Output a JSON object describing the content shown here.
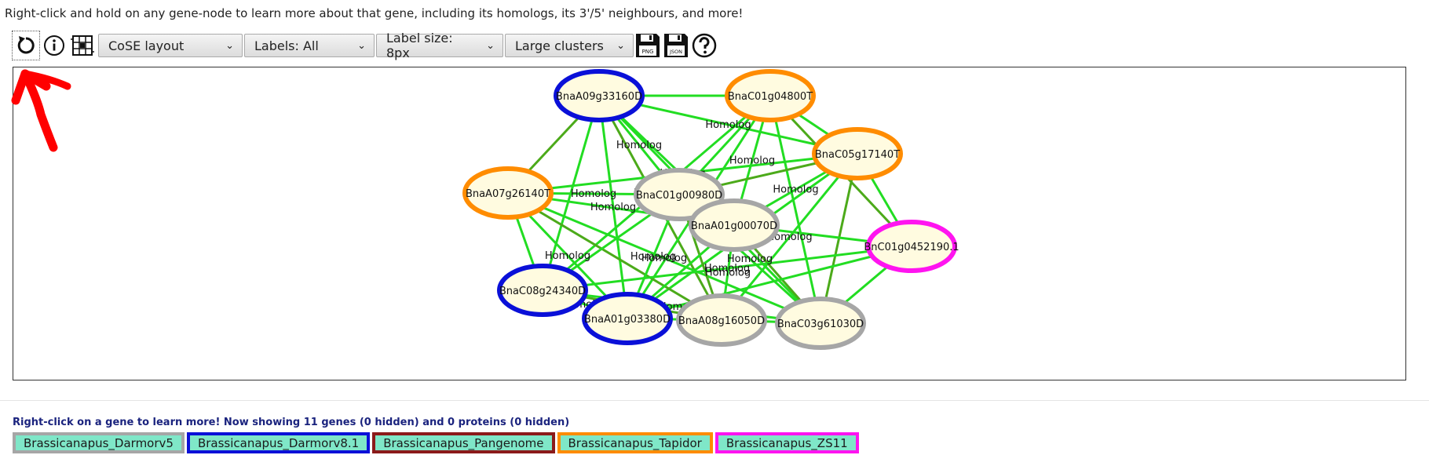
{
  "instruction": "Right-click and hold on any gene-node to learn more about that gene, including its homologs, its 3'/5' neighbours, and more!",
  "toolbar": {
    "icons": [
      "reset-icon",
      "info-icon",
      "grid-icon"
    ],
    "layout_select": "CoSE layout",
    "labels_select": "Labels: All",
    "label_size_select": "Label size: 8px",
    "clusters_select": "Large clusters",
    "save_png_label": "PNG",
    "save_json_label": "JSON",
    "help_icon": "help-icon"
  },
  "graph": {
    "edge_label": "Homolog",
    "colors": {
      "edge_bright": "#22dd22",
      "edge_dark": "#4caa1a",
      "node_fill": "#fffbe0",
      "gray": "#a6a6a6",
      "blue": "#0a10d8",
      "orange": "#ff8c00",
      "magenta": "#ff14f0"
    },
    "nodes": [
      {
        "id": "BnaA09g33160D",
        "label": "BnaA09g33160D",
        "group": "blue"
      },
      {
        "id": "BnaC01g04800T",
        "label": "BnaC01g04800T",
        "group": "orange"
      },
      {
        "id": "BnaC05g17140T",
        "label": "BnaC05g17140T",
        "group": "orange"
      },
      {
        "id": "BnaA07g26140T",
        "label": "BnaA07g26140T",
        "group": "orange"
      },
      {
        "id": "BnaC01g00980D",
        "label": "BnaC01g00980D",
        "group": "gray"
      },
      {
        "id": "BnaA01g00070D",
        "label": "BnaA01g00070D",
        "group": "gray"
      },
      {
        "id": "BnC01g0452190.1",
        "label": "BnC01g0452190.1",
        "group": "magenta"
      },
      {
        "id": "BnaC08g24340D",
        "label": "BnaC08g24340D",
        "group": "blue"
      },
      {
        "id": "BnaA01g03380D",
        "label": "BnaA01g03380D",
        "group": "blue"
      },
      {
        "id": "BnaA08g16050D",
        "label": "BnaA08g16050D",
        "group": "gray"
      },
      {
        "id": "BnaC03g61030D",
        "label": "BnaC03g61030D",
        "group": "gray"
      }
    ]
  },
  "status": "Right-click on a gene to learn more! Now showing 11 genes (0 hidden) and 0 proteins (0 hidden)",
  "legend": [
    {
      "label": "Brassicanapus_Darmorv5",
      "border": "#a6a6a6"
    },
    {
      "label": "Brassicanapus_Darmorv8.1",
      "border": "#0a10d8"
    },
    {
      "label": "Brassicanapus_Pangenome",
      "border": "#8b1a1a"
    },
    {
      "label": "Brassicanapus_Tapidor",
      "border": "#ff8c00"
    },
    {
      "label": "Brassicanapus_ZS11",
      "border": "#ff14f0"
    }
  ]
}
